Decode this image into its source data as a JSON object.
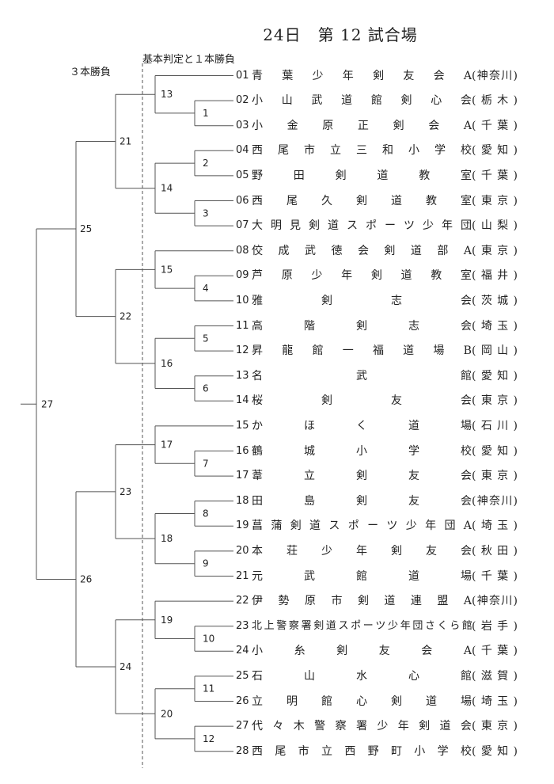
{
  "title": "24日　第 12 試合場",
  "header_left": "３本勝負",
  "header_right": "基本判定と１本勝負",
  "entries": [
    {
      "num": "01",
      "team": "青葉少年剣友会A",
      "pref": "(神奈川)"
    },
    {
      "num": "02",
      "team": "小山武道館剣心会",
      "pref": "(栃木)"
    },
    {
      "num": "03",
      "team": "小金原正剣会A",
      "pref": "(千葉)"
    },
    {
      "num": "04",
      "team": "西尾市立三和小学校",
      "pref": "(愛知)"
    },
    {
      "num": "05",
      "team": "野田剣道教室",
      "pref": "(千葉)"
    },
    {
      "num": "06",
      "team": "西尾久剣道教室",
      "pref": "(東京)"
    },
    {
      "num": "07",
      "team": "大明見剣道スポーツ少年団",
      "pref": "(山梨)"
    },
    {
      "num": "08",
      "team": "佼成武徳会剣道部A",
      "pref": "(東京)"
    },
    {
      "num": "09",
      "team": "芦原少年剣道教室",
      "pref": "(福井)"
    },
    {
      "num": "10",
      "team": "雅剣志会",
      "pref": "(茨城)"
    },
    {
      "num": "11",
      "team": "高階剣志会",
      "pref": "(埼玉)"
    },
    {
      "num": "12",
      "team": "昇龍館一福道場B",
      "pref": "(岡山)"
    },
    {
      "num": "13",
      "team": "名武館",
      "pref": "(愛知)"
    },
    {
      "num": "14",
      "team": "桜剣友会",
      "pref": "(東京)"
    },
    {
      "num": "15",
      "team": "かほく道場",
      "pref": "(石川)"
    },
    {
      "num": "16",
      "team": "鶴城小学校",
      "pref": "(愛知)"
    },
    {
      "num": "17",
      "team": "葦立剣友会",
      "pref": "(東京)"
    },
    {
      "num": "18",
      "team": "田島剣友会",
      "pref": "(神奈川)"
    },
    {
      "num": "19",
      "team": "菖蒲剣道スポーツ少年団A",
      "pref": "(埼玉)"
    },
    {
      "num": "20",
      "team": "本荘少年剣友会",
      "pref": "(秋田)"
    },
    {
      "num": "21",
      "team": "元武館道場",
      "pref": "(千葉)"
    },
    {
      "num": "22",
      "team": "伊勢原市剣道連盟A",
      "pref": "(神奈川)"
    },
    {
      "num": "23",
      "team": "北上警察署剣道スポーツ少年団さくら館",
      "pref": "(岩手)"
    },
    {
      "num": "24",
      "team": "小糸剣友会A",
      "pref": "(千葉)"
    },
    {
      "num": "25",
      "team": "石山水心館",
      "pref": "(滋賀)"
    },
    {
      "num": "26",
      "team": "立明館心剣道場",
      "pref": "(埼玉)"
    },
    {
      "num": "27",
      "team": "代々木警察署少年剣道会",
      "pref": "(東京)"
    },
    {
      "num": "28",
      "team": "西尾市立西野町小学校",
      "pref": "(愛知)"
    }
  ],
  "matches": [
    "1",
    "2",
    "3",
    "4",
    "5",
    "6",
    "7",
    "8",
    "9",
    "10",
    "11",
    "12",
    "13",
    "14",
    "15",
    "16",
    "17",
    "18",
    "19",
    "20",
    "21",
    "22",
    "23",
    "24",
    "25",
    "26",
    "27"
  ]
}
